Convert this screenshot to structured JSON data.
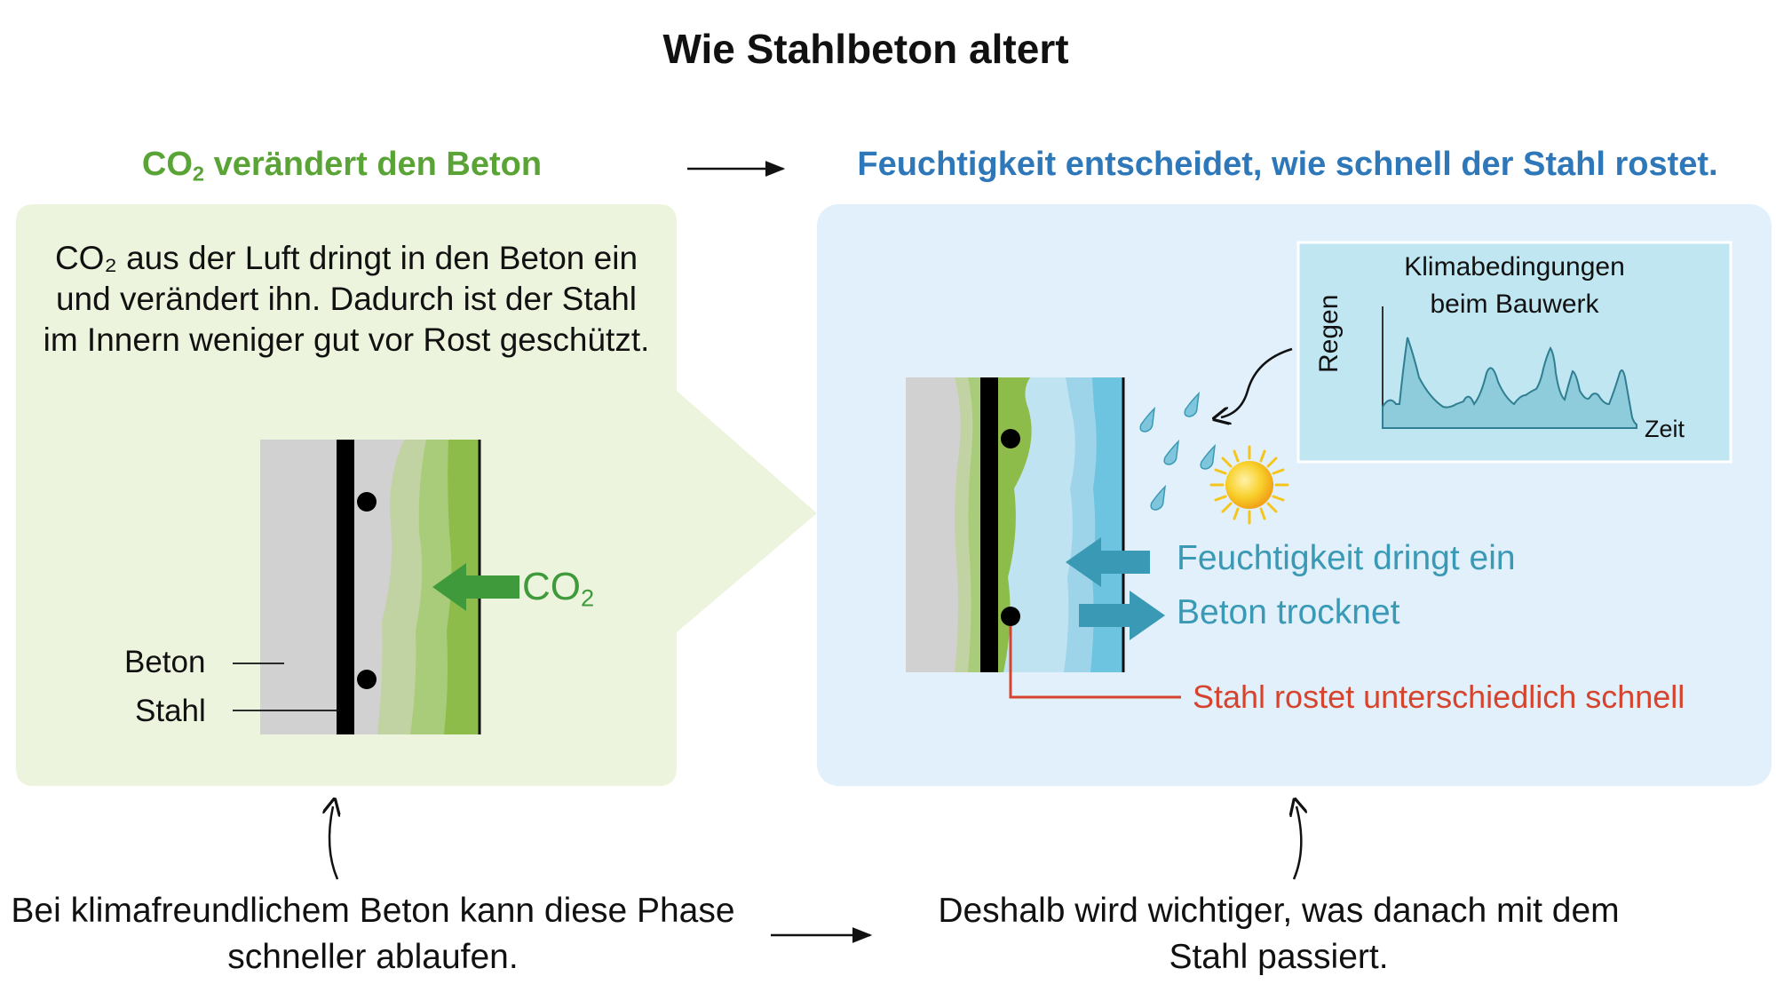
{
  "title": "Wie Stahlbeton altert",
  "left_panel": {
    "heading_prefix": "CO",
    "heading_sub": "2",
    "heading_rest": " verändert den Beton",
    "heading_color": "#5aa437",
    "description": "CO₂ aus der Luft dringt in den Beton ein und verändert ihn. Dadurch ist der Stahl im Innern weniger gut vor Rost geschützt.",
    "arrow_label_prefix": "CO",
    "arrow_label_sub": "2",
    "label_concrete": "Beton",
    "label_steel": "Stahl",
    "background": "#edf4dd"
  },
  "right_panel": {
    "heading": "Feuchtigkeit entscheidet, wie schnell der Stahl rostet.",
    "heading_color": "#2e78b9",
    "moisture_in": "Feuchtigkeit dringt ein",
    "concrete_dries": "Beton trocknet",
    "steel_rusts": "Stahl rostet unterschiedlich schnell",
    "background": "#e1f0fb",
    "climate_box": {
      "title_line1": "Klimabedingungen",
      "title_line2": "beim Bauwerk",
      "ylabel": "Regen",
      "xlabel": "Zeit"
    }
  },
  "bottom": {
    "left": "Bei klimafreundlichem Beton kann diese Phase schneller ablaufen.",
    "right": "Deshalb wird wichtiger, was danach mit dem Stahl passiert."
  },
  "colors": {
    "concrete_gray": "#d1d1d1",
    "carbonated_green": "#8dbc4a",
    "moisture_blue": "#6cc4e0",
    "arrow_blue": "#3a99b4",
    "rust_red": "#d6442e",
    "sun_yellow": "#f6c51c"
  }
}
